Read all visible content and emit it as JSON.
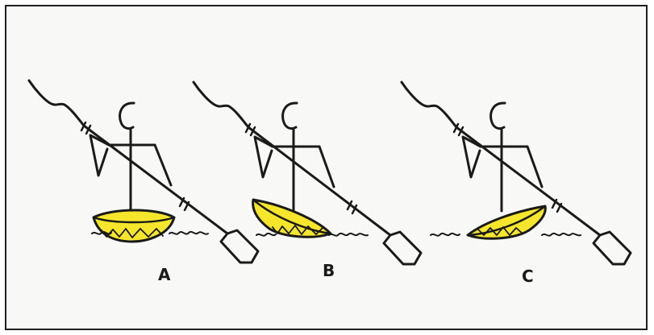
{
  "colors": {
    "background": "#f8f8f6",
    "stroke": "#1a1a1a",
    "hull": "#f5e62c"
  },
  "figures": [
    {
      "label": "A",
      "icon": "kayaker-level-hull-icon"
    },
    {
      "label": "B",
      "icon": "kayaker-tilted-left-hull-icon"
    },
    {
      "label": "C",
      "icon": "kayaker-tilted-right-hull-icon"
    }
  ]
}
